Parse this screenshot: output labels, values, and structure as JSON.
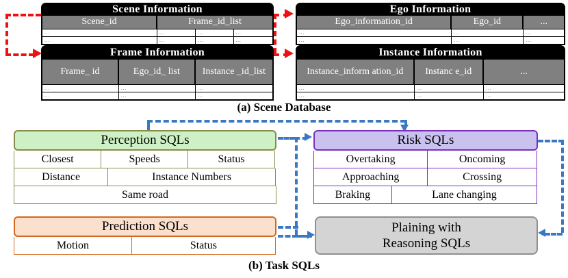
{
  "figure": {
    "caption_a": "(a) Scene Database",
    "caption_b": "(b) Task SQLs"
  },
  "colors": {
    "red_connector": "#ee1111",
    "blue_connector": "#3b78c3",
    "table_title_bg": "#000000",
    "table_header_bg": "#808080",
    "perception_fill": "#cdf0c4",
    "perception_border": "#8a8a4a",
    "risk_fill": "#c9c1ee",
    "risk_border": "#7b2fbe",
    "prediction_fill": "#fbe0ce",
    "prediction_border": "#d2691e",
    "planning_fill": "#d4d4d4",
    "planning_border": "#8f8f8f"
  },
  "scene_database": {
    "tables": [
      {
        "id": "scene-information",
        "title": "Scene Information",
        "columns": [
          "Scene_id",
          "Frame_id_list"
        ],
        "data_cells": [
          "...",
          "...",
          "...",
          "..."
        ],
        "rows": [
          [
            "...",
            "...",
            "...",
            "..."
          ],
          [
            "...",
            "...",
            "...",
            "..."
          ]
        ]
      },
      {
        "id": "ego-information",
        "title": "Ego Information",
        "columns": [
          "Ego_information_id",
          "Ego_id",
          "..."
        ],
        "rows": [
          [
            "...",
            "...",
            "..."
          ],
          [
            "...",
            "...",
            "..."
          ]
        ]
      },
      {
        "id": "frame-information",
        "title": "Frame Information",
        "columns": [
          "Frame_\nid",
          "Ego_id_\nlist",
          "Instance\n_id_list"
        ],
        "columns_display": [
          "Frame_ id",
          "Ego_id_ list",
          "Instance _id_list"
        ],
        "rows": [
          [
            "...",
            "...",
            "..."
          ],
          [
            "...",
            "...",
            "..."
          ]
        ]
      },
      {
        "id": "instance-information",
        "title": "Instance Information",
        "columns": [
          "Instance_inform ation_id",
          "Instanc e_id",
          "..."
        ],
        "rows": [
          [
            "...",
            "...",
            "..."
          ],
          [
            "...",
            "...",
            "..."
          ]
        ]
      }
    ]
  },
  "task_sqls": {
    "groups": [
      {
        "id": "perception-sqls",
        "title": "Perception SQLs",
        "rows": [
          [
            "Closest",
            "Speeds",
            "Status"
          ],
          [
            "Distance",
            "Instance Numbers"
          ],
          [
            "Same road"
          ]
        ]
      },
      {
        "id": "risk-sqls",
        "title": "Risk SQLs",
        "rows": [
          [
            "Overtaking",
            "Oncoming"
          ],
          [
            "Approaching",
            "Crossing"
          ],
          [
            "Braking",
            "Lane changing"
          ]
        ]
      },
      {
        "id": "prediction-sqls",
        "title": "Prediction SQLs",
        "rows": [
          [
            "Motion",
            "Status"
          ]
        ]
      }
    ],
    "planning": {
      "id": "planning-with-reasoning-sqls",
      "title_line1": "Plaining with",
      "title_line2": "Reasoning SQLs"
    }
  }
}
